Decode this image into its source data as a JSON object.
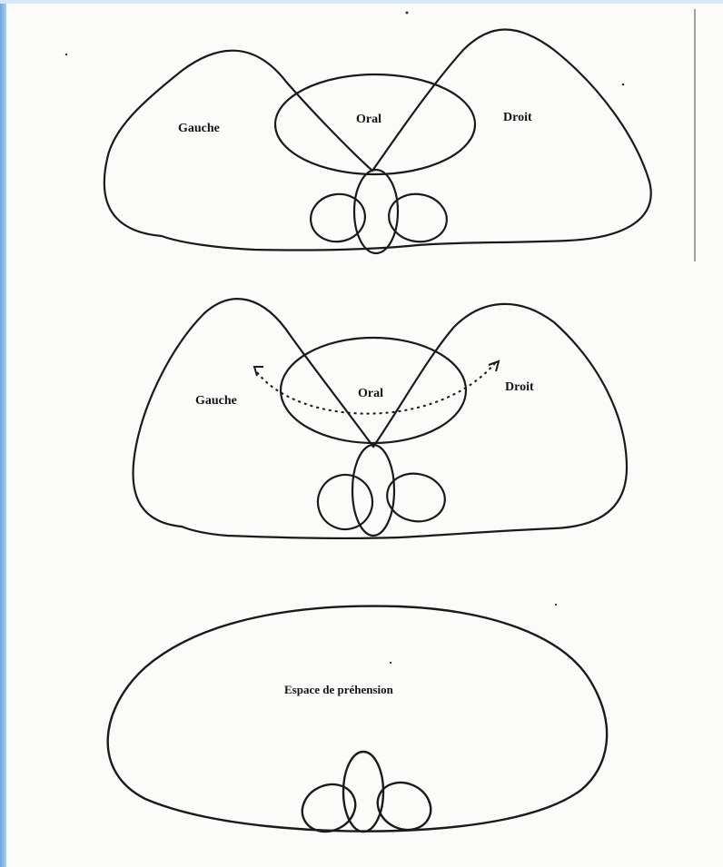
{
  "diagram_1": {
    "left": "Gauche",
    "center": "Oral",
    "right": "Droit"
  },
  "diagram_2": {
    "left": "Gauche",
    "center": "Oral",
    "right": "Droit"
  },
  "diagram_3": {
    "label": "Espace de préhension"
  }
}
